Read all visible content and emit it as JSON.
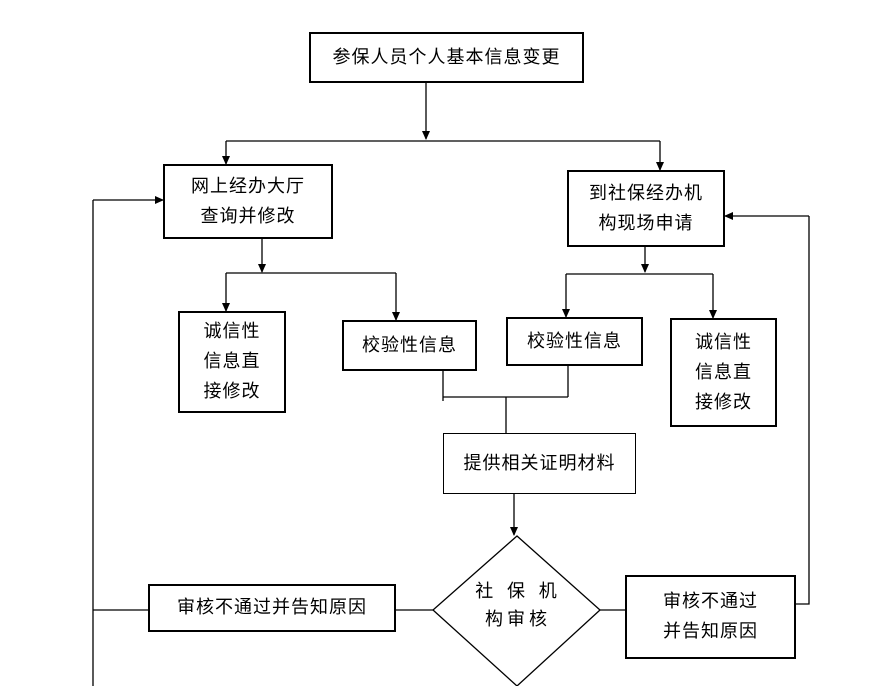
{
  "flowchart": {
    "start": "参保人员个人基本信息变更",
    "online_hall": "网上经办大厅\n查询并修改",
    "onsite_apply": "到社保经办机\n构现场申请",
    "credit_edit_left": "诚信性\n信息直\n接修改",
    "verify_left": "校验性信息",
    "verify_right": "校验性信息",
    "credit_edit_right": "诚信性\n信息直\n接修改",
    "provide_proof": "提供相关证明材料",
    "review": "社 保 机\n构审核",
    "reject_left": "审核不通过并告知原因",
    "reject_right": "审核不通过\n并告知原因"
  }
}
